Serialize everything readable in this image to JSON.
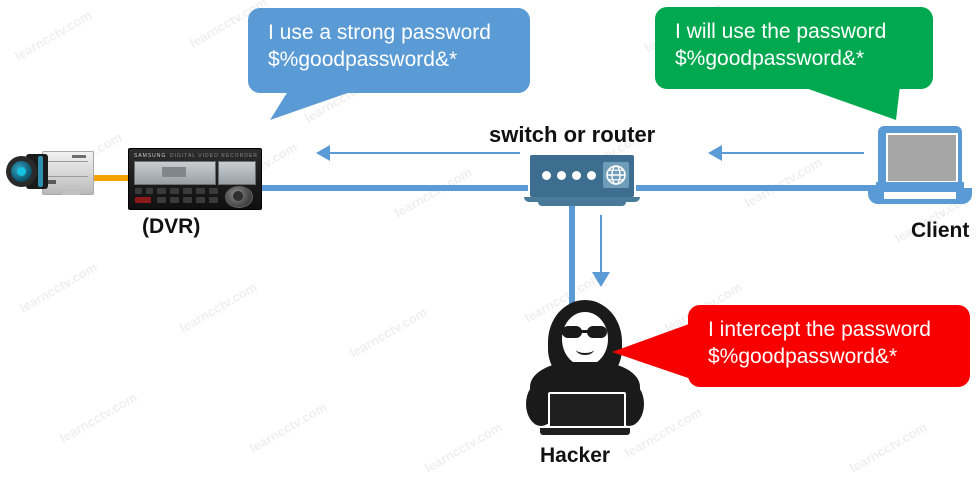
{
  "diagram": {
    "title": "Network password interception diagram",
    "colors": {
      "blue": "#5b9bd5",
      "green": "#00a94f",
      "red": "#f90000",
      "switch_body": "#3d6e8f",
      "orange_cable": "#f5a200",
      "label_text": "#111111",
      "bubble_text": "#ffffff"
    }
  },
  "bubbles": {
    "dvr": {
      "id": "dvr-speech-bubble",
      "color": "#5b9bd5",
      "line1": "I use a strong password",
      "line2": "$%goodpassword&*"
    },
    "client": {
      "id": "client-speech-bubble",
      "color": "#00a94f",
      "line1": "I will use the password",
      "line2": "$%goodpassword&*"
    },
    "hacker": {
      "id": "hacker-speech-bubble",
      "color": "#f90000",
      "line1": "I intercept the password",
      "line2": "$%goodpassword&*"
    }
  },
  "nodes": {
    "camera": {
      "label": "",
      "icon": "cctv-camera-icon"
    },
    "dvr": {
      "label": "(DVR)",
      "icon": "dvr-icon"
    },
    "switch": {
      "label": "switch or router",
      "icon": "network-switch-icon"
    },
    "client": {
      "label": "Client",
      "icon": "laptop-icon"
    },
    "hacker": {
      "label": "Hacker",
      "icon": "hacker-icon"
    }
  },
  "watermark": {
    "text": "learncctv.com"
  }
}
